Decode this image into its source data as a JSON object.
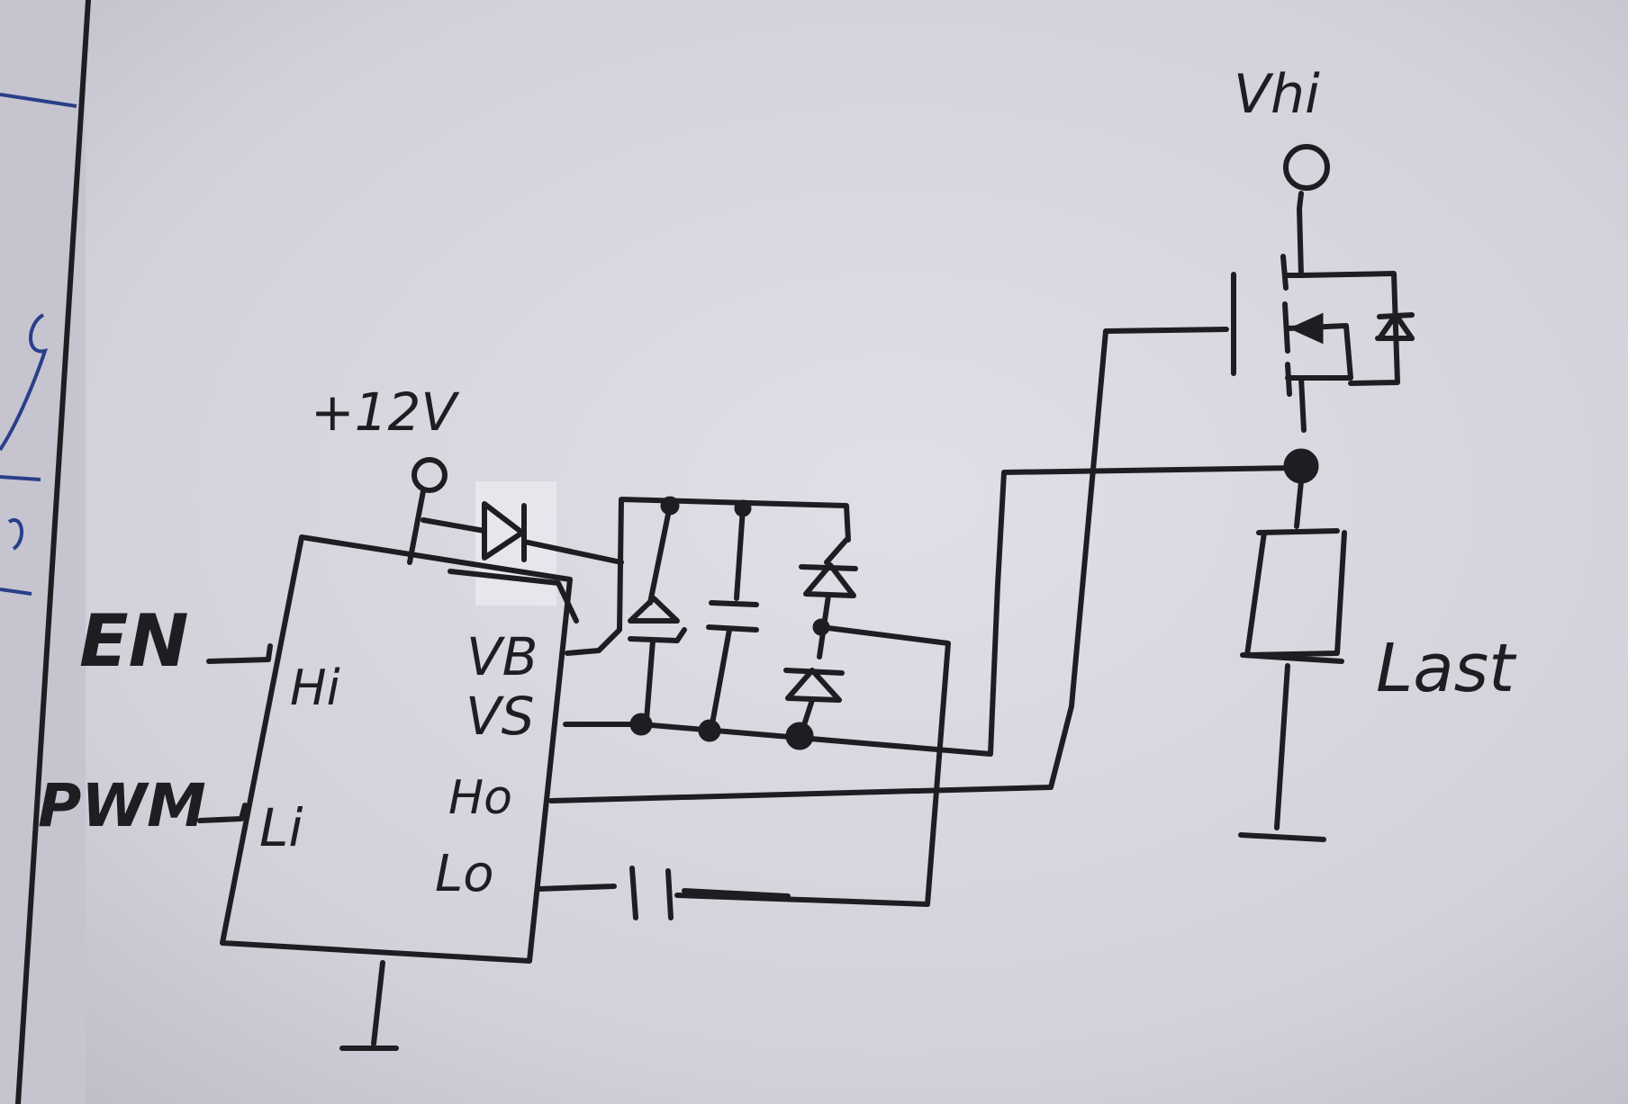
{
  "supply": {
    "label": "+12V"
  },
  "high_voltage": {
    "label": "Vhi"
  },
  "inputs": {
    "enable": "EN",
    "pwm": "PWM"
  },
  "driver_ic": {
    "pins_left": [
      "Hi",
      "Li"
    ],
    "pins_right": [
      "VB",
      "VS",
      "Ho",
      "Lo"
    ]
  },
  "load": {
    "label": "Last"
  }
}
